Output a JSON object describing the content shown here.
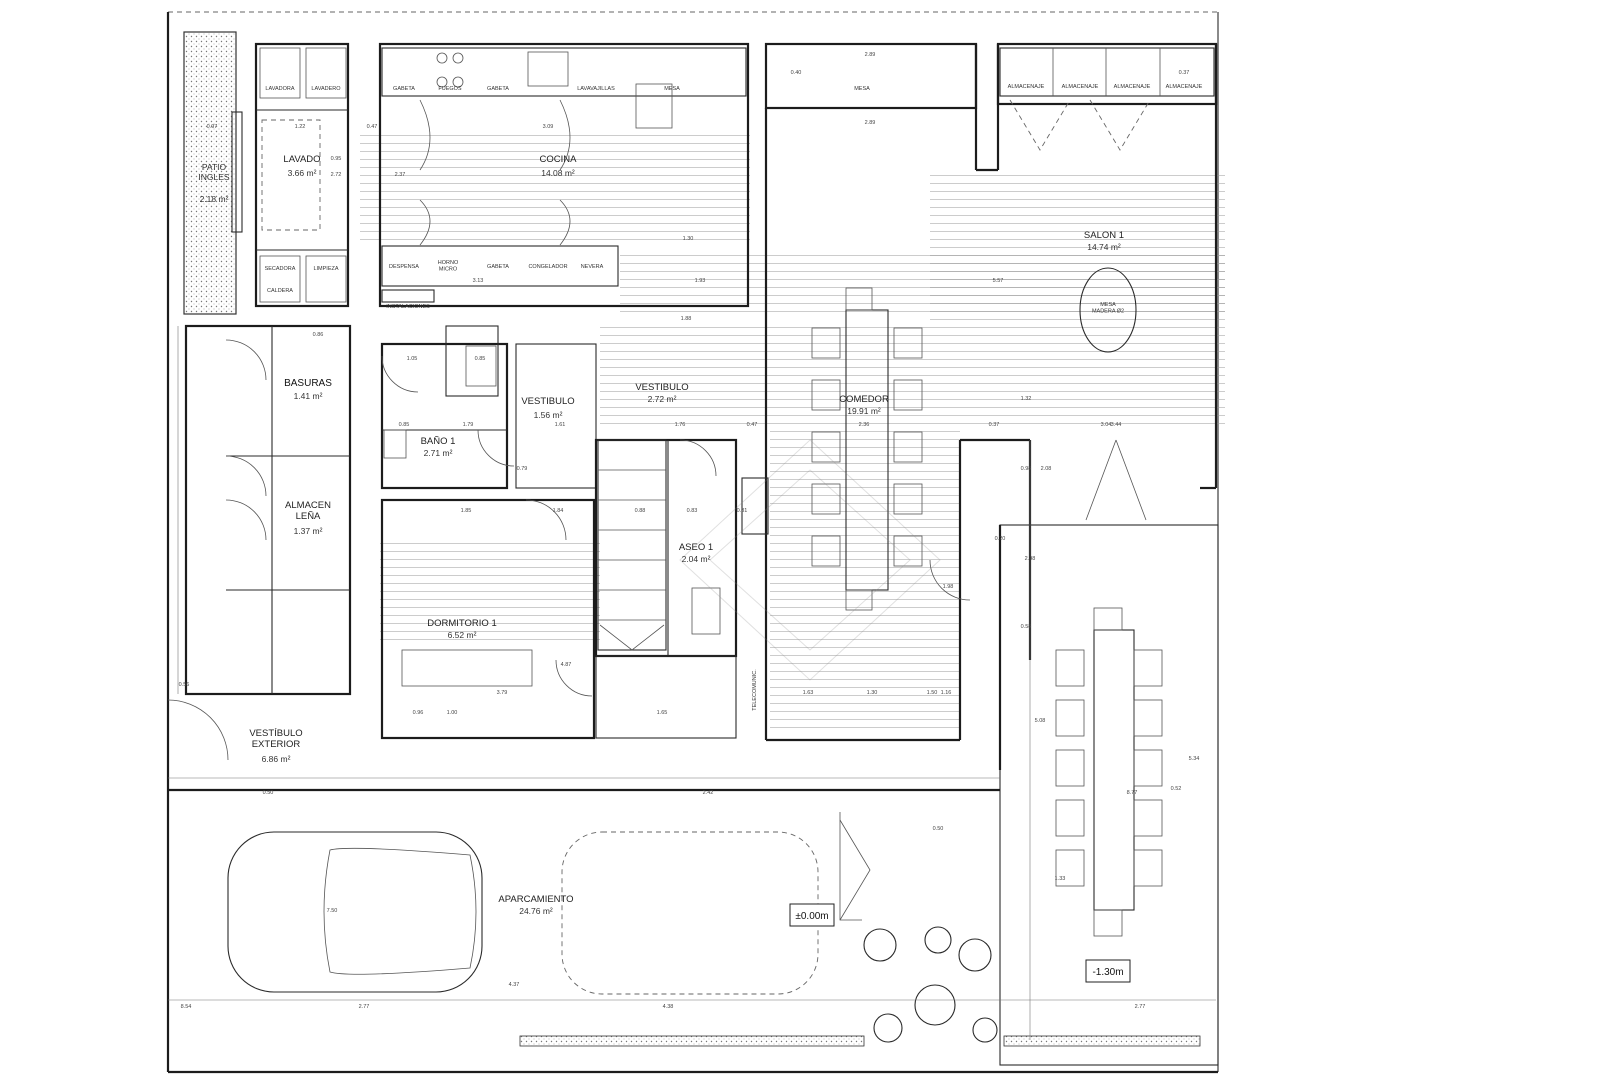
{
  "rooms": {
    "patio": {
      "name": "PATIO\nINGLES",
      "area": "2.18 m²"
    },
    "lavado": {
      "name": "LAVADO",
      "area": "3.66 m²"
    },
    "cocina": {
      "name": "COCINA",
      "area": "14.08 m²"
    },
    "salon": {
      "name": "SALON 1",
      "area": "14.74 m²"
    },
    "basuras": {
      "name": "BASURAS",
      "area": "1.41 m²"
    },
    "almacen": {
      "name": "ALMACEN\nLEÑA",
      "area": "1.37 m²"
    },
    "vestibulo_small": {
      "name": "VESTIBULO",
      "area": "1.56 m²"
    },
    "vestibulo_main": {
      "name": "VESTIBULO",
      "area": "2.72 m²"
    },
    "bano": {
      "name": "BAÑO 1",
      "area": "2.71 m²"
    },
    "comedor": {
      "name": "COMEDOR",
      "area": "19.91 m²"
    },
    "dormitorio": {
      "name": "DORMITORIO 1",
      "area": "6.52 m²"
    },
    "aseo": {
      "name": "ASEO 1",
      "area": "2.04 m²"
    },
    "vestibulo_ext": {
      "name": "VESTÍBULO\nEXTERIOR",
      "area": "6.86 m²"
    },
    "aparcamiento": {
      "name": "APARCAMIENTO",
      "area": "24.76 m²"
    }
  },
  "fixtures": {
    "lavadora": "LAVADORA",
    "lavadero": "LAVADERO",
    "secadora": "SECADORA",
    "limpieza": "LIMPIEZA",
    "caldera": "CALDERA",
    "gabeta1": "GABETA",
    "fuegos": "FUEGOS",
    "gabeta2": "GABETA",
    "lavavajillas": "LAVAVAJILLAS",
    "mesa_top": "MESA",
    "despensa": "DESPENSA",
    "horno": "HORNO\nMICRO",
    "gabeta3": "GABETA",
    "congelador": "CONGELADOR",
    "nevera": "NEVERA",
    "instalaciones": "INSTALACIONES",
    "mesa_comedor": "MESA",
    "almacenaje1": "ALMACENAJE",
    "almacenaje2": "ALMACENAJE",
    "almacenaje3": "ALMACENAJE",
    "almacenaje4": "ALMACENAJE",
    "mesa_madera": "MESA\nMADERA Ø2",
    "telecomunic": "TELECOMUNIC."
  },
  "levels": {
    "street": "±0.00m",
    "lower": "-1.30m"
  },
  "dimensions": [
    "2.89",
    "2.89",
    "0.40",
    "0.37",
    "1.22",
    "0.47",
    "3.09",
    "0.97",
    "0.95",
    "2.37",
    "2.72",
    "1.30",
    "3.13",
    "1.93",
    "5.57",
    "1.88",
    "0.86",
    "1.05",
    "0.85",
    "0.85",
    "1.79",
    "1.61",
    "1.76",
    "0.47",
    "2.36",
    "0.37",
    "3.44",
    "0.98",
    "1.85",
    "1.84",
    "0.88",
    "0.83",
    "0.31",
    "4.87",
    "3.79",
    "1.65",
    "1.00",
    "0.96",
    "1.63",
    "1.30",
    "1.50",
    "0.50",
    "2.42",
    "8.77",
    "2.77",
    "2.77",
    "4.38",
    "4.37",
    "8.54",
    "0.56",
    "7.50",
    "5.08",
    "1.16",
    "0.50",
    "1.33",
    "2.98",
    "0.58",
    "0.52",
    "1.32",
    "2.08",
    "0.79",
    "5.34",
    "1.98",
    "0.20",
    "3.04"
  ]
}
